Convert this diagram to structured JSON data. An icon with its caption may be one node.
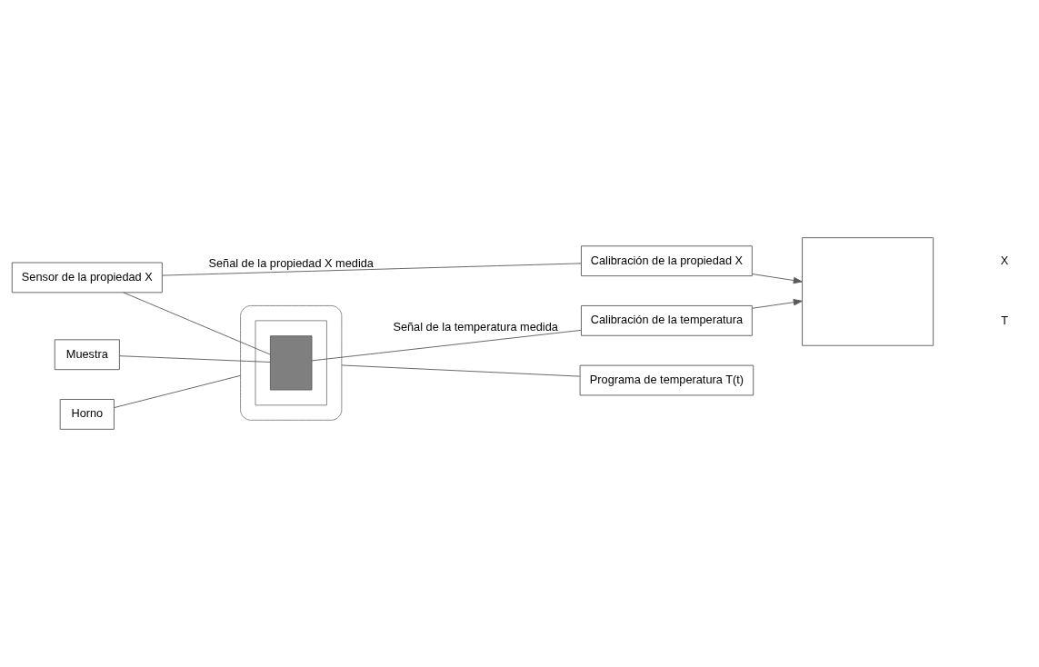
{
  "diagram": {
    "nodes": [
      {
        "text": [
          "Sensor de la propiedad X"
        ]
      },
      {
        "text": [
          "Calibración de la propiedad X"
        ]
      },
      {
        "text": [],
        "shape": "box"
      },
      {
        "text": [],
        "shape": "box",
        "in": 2
      },
      {
        "text": [],
        "shape": "box",
        "in": 3
      },
      {
        "text": [
          "Calibración de la temperatura"
        ]
      },
      {
        "text": [
          "Programa de temperatura T(t)"
        ]
      },
      {
        "text": [
          "Muestra"
        ]
      },
      {
        "text": [
          "Horno"
        ]
      },
      {
        "text": [],
        "shape": "box"
      }
    ],
    "edges": [
      {
        "from": 0,
        "to": 1,
        "arrow": "none",
        "label": "Señal de la propiedad X medida"
      },
      {
        "from": 1,
        "to": 9,
        "arrow": "to"
      },
      {
        "from": 0,
        "to": 4,
        "arrow": "none"
      },
      {
        "from": 4,
        "to": 5,
        "arrow": "none",
        "label": "Señal de la temperatura medida"
      },
      {
        "from": 5,
        "to": 9,
        "arrow": "to"
      },
      {
        "from": 2,
        "to": 6,
        "arrow": "none"
      },
      {
        "from": 7,
        "to": 4,
        "arrow": "none"
      },
      {
        "from": 8,
        "to": 2,
        "arrow": "none"
      }
    ],
    "labels": [
      "X",
      "T"
    ]
  }
}
